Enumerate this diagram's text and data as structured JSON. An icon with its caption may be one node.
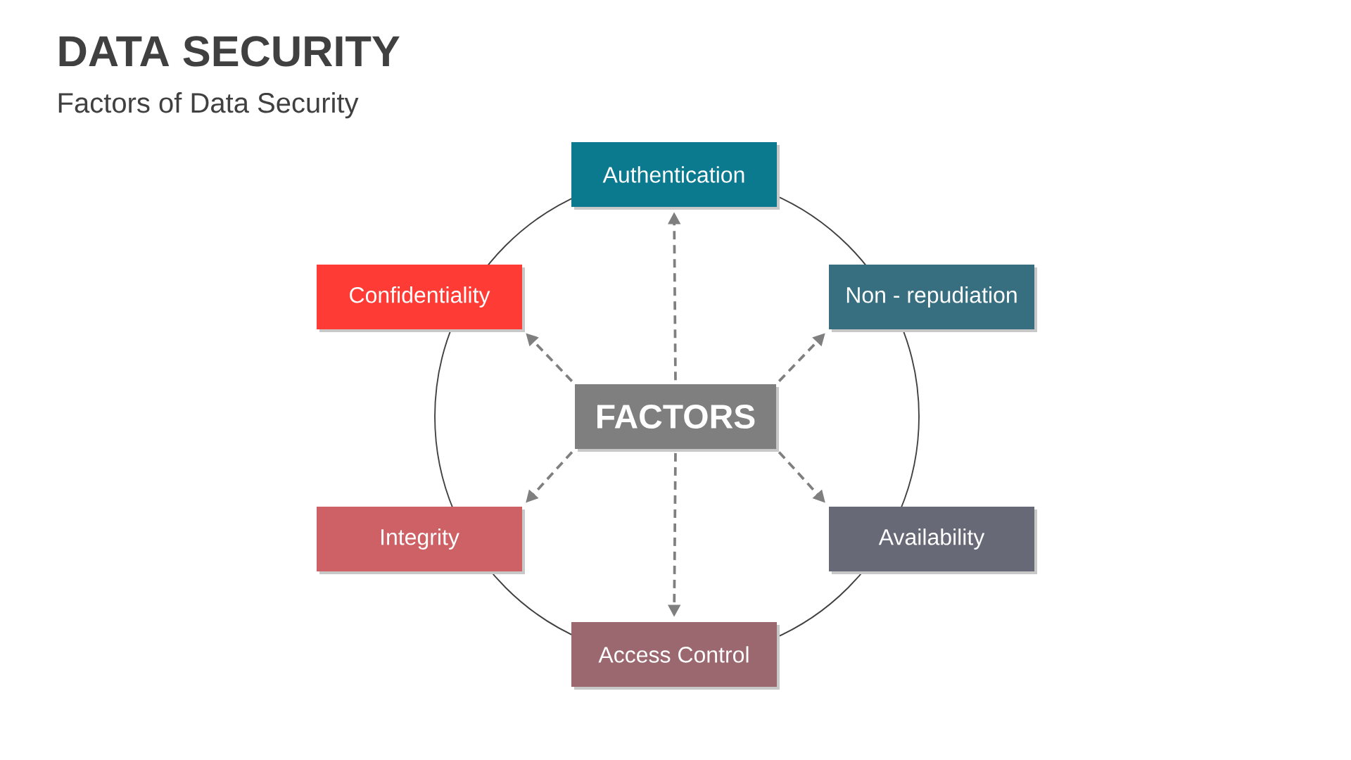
{
  "diagram": {
    "title": "DATA SECURITY",
    "nodes": [
      {
        "text": [
          "Authentication"
        ]
      },
      {
        "text": [
          "Confidentiality"
        ]
      },
      {
        "text": [
          "Non - repudiation"
        ]
      },
      {
        "text": [
          "FACTORS"
        ]
      },
      {
        "text": [
          "Integrity"
        ]
      },
      {
        "text": [
          "Availability"
        ]
      },
      {
        "text": [
          "Access Control"
        ]
      }
    ],
    "edges": [
      {
        "from": 3,
        "to": 0,
        "arrow": "to",
        "style": "dashed"
      },
      {
        "from": 3,
        "to": 1,
        "arrow": "to",
        "style": "dashed"
      },
      {
        "from": 3,
        "to": 2,
        "arrow": "to",
        "style": "dashed"
      },
      {
        "from": 3,
        "to": 4,
        "arrow": "to",
        "style": "dashed"
      },
      {
        "from": 3,
        "to": 5,
        "arrow": "to",
        "style": "dashed"
      },
      {
        "from": 3,
        "to": 6,
        "arrow": "to",
        "style": "dashed"
      }
    ],
    "labels": [
      "Factors of Data Security"
    ]
  }
}
